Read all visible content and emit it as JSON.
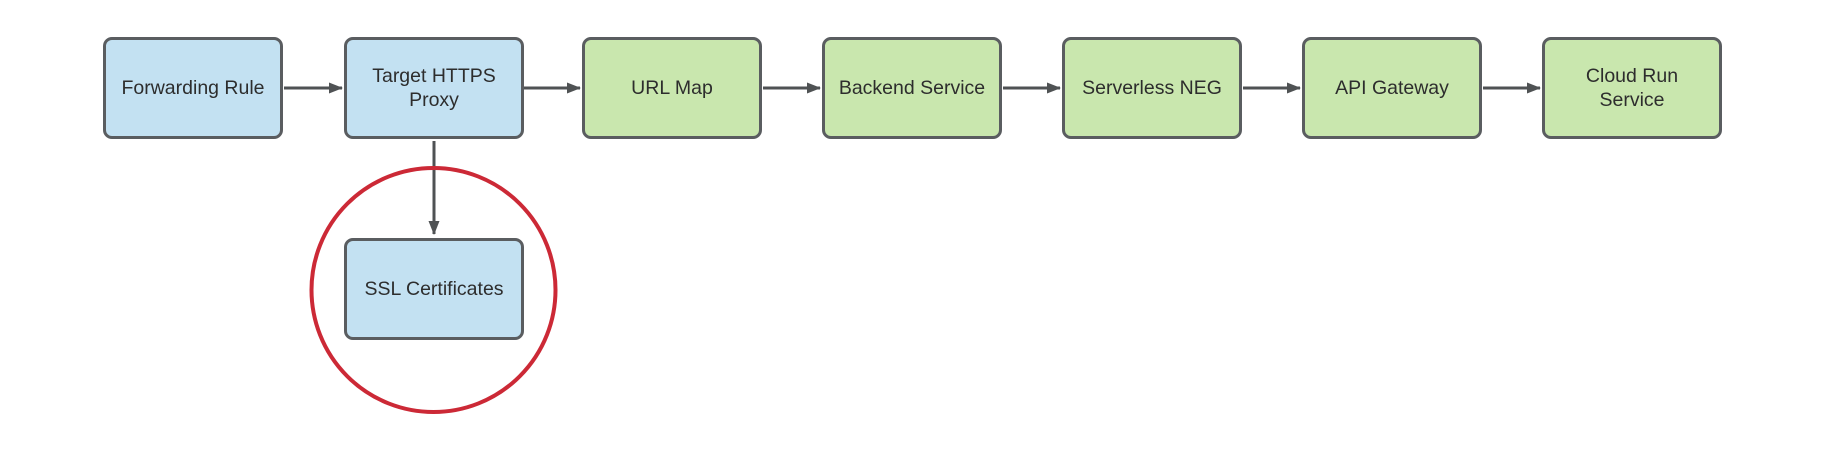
{
  "diagram": {
    "type": "flowchart",
    "nodes": [
      {
        "id": "forwarding-rule",
        "label": "Forwarding Rule",
        "fill": "blue"
      },
      {
        "id": "target-https-proxy",
        "label": "Target HTTPS\nProxy",
        "fill": "blue"
      },
      {
        "id": "url-map",
        "label": "URL Map",
        "fill": "green"
      },
      {
        "id": "backend-service",
        "label": "Backend Service",
        "fill": "green"
      },
      {
        "id": "serverless-neg",
        "label": "Serverless NEG",
        "fill": "green"
      },
      {
        "id": "api-gateway",
        "label": "API Gateway",
        "fill": "green"
      },
      {
        "id": "cloud-run-service",
        "label": "Cloud Run\nService",
        "fill": "green"
      },
      {
        "id": "ssl-certificates",
        "label": "SSL Certificates",
        "fill": "blue"
      }
    ],
    "edges": [
      {
        "from": "forwarding-rule",
        "to": "target-https-proxy",
        "direction": "right"
      },
      {
        "from": "target-https-proxy",
        "to": "url-map",
        "direction": "right"
      },
      {
        "from": "url-map",
        "to": "backend-service",
        "direction": "right"
      },
      {
        "from": "backend-service",
        "to": "serverless-neg",
        "direction": "right"
      },
      {
        "from": "serverless-neg",
        "to": "api-gateway",
        "direction": "right"
      },
      {
        "from": "api-gateway",
        "to": "cloud-run-service",
        "direction": "right"
      },
      {
        "from": "target-https-proxy",
        "to": "ssl-certificates",
        "direction": "down"
      }
    ],
    "highlight": {
      "shape": "circle",
      "around": "ssl-certificates",
      "color": "#cc2936"
    }
  },
  "colors": {
    "node-blue": "#c3e1f2",
    "node-green": "#c9e7ae",
    "node-border": "#5a5d60",
    "arrow": "#4f5254",
    "text": "#2d2d2d",
    "highlight-red": "#cc2936",
    "background": "#ffffff"
  }
}
